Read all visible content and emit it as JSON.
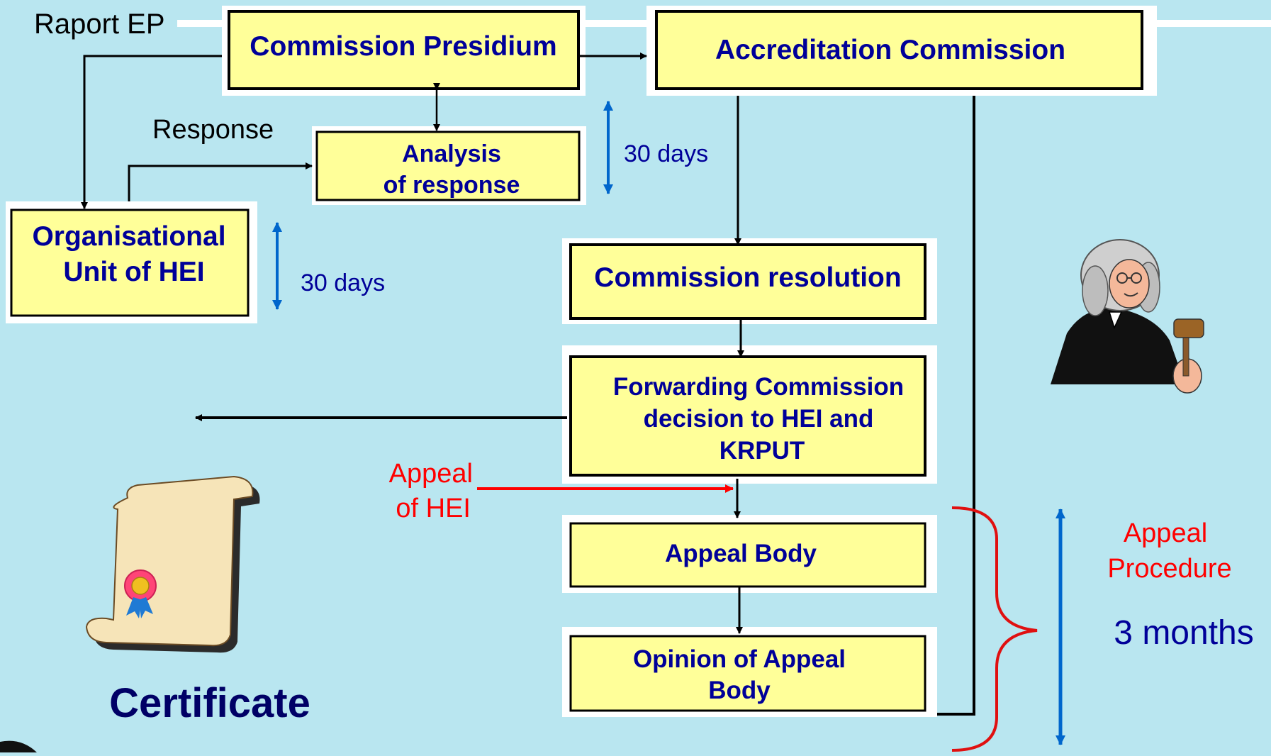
{
  "colors": {
    "background": "#b9e6f0",
    "box_fill": "#ffff99",
    "box_halo": "#ffffff",
    "label_blue": "#000099",
    "duration_blue": "#0066cc",
    "appeal_red": "#ff0000"
  },
  "labels": {
    "raport_ep": "Raport EP",
    "response": "Response",
    "days_upper": "30 days",
    "days_lower": "30 days",
    "appeal_of_hei_line1": "Appeal",
    "appeal_of_hei_line2": "of HEI",
    "appeal_procedure_line1": "Appeal",
    "appeal_procedure_line2": "Procedure",
    "three_months": "3 months",
    "certificate": "Certificate"
  },
  "boxes": {
    "commission_presidium": {
      "line1": "Commission Presidium"
    },
    "accreditation_commission": {
      "line1": "Accreditation Commission"
    },
    "analysis_of_response": {
      "line1": "Analysis",
      "line2": "of response"
    },
    "organisational_unit": {
      "line1": "Organisational",
      "line2": "Unit of HEI"
    },
    "commission_resolution": {
      "line1": "Commission resolution"
    },
    "forwarding_decision": {
      "line1": "Forwarding Commission",
      "line2": "decision to HEI and",
      "line3": "KRPUT"
    },
    "appeal_body": {
      "line1": "Appeal Body"
    },
    "opinion_of_appeal_body": {
      "line1": "Opinion of Appeal",
      "line2": "Body"
    }
  },
  "icons": {
    "judge": "judge-with-gavel-icon",
    "certificate": "certificate-scroll-icon"
  }
}
